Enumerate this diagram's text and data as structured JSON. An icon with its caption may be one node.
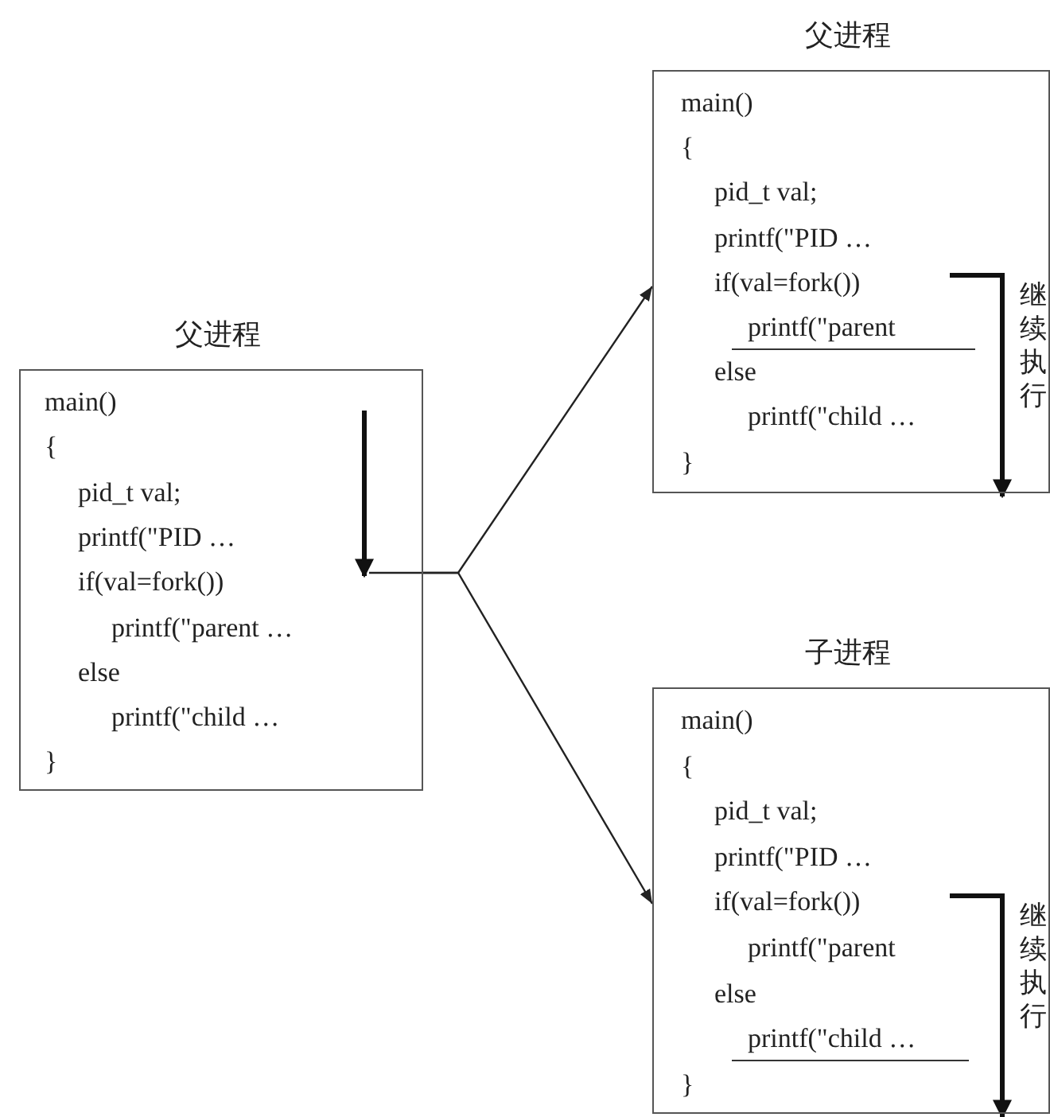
{
  "diagram": {
    "nodes": [
      {
        "text": [
          "父进程",
          "main()",
          "{",
          "pid_t val;",
          "printf(\"PID …",
          "if(val=fork())",
          "printf(\"parent …",
          "else",
          "printf(\"child …",
          "}"
        ]
      },
      {
        "text": [
          "父进程",
          "main()",
          "{",
          "pid_t val;",
          "printf(\"PID …",
          "if(val=fork())",
          "printf(\"parent",
          "else",
          "printf(\"child …",
          "}",
          "继续执行"
        ]
      },
      {
        "text": [
          "子进程",
          "main()",
          "{",
          "pid_t val;",
          "printf(\"PID …",
          "if(val=fork())",
          "printf(\"parent",
          "else",
          "printf(\"child …",
          "}",
          "继续执行"
        ]
      }
    ],
    "edges": [
      {
        "from": 0,
        "to": 1,
        "arrow": "to"
      },
      {
        "from": 0,
        "to": 2,
        "arrow": "to"
      }
    ]
  }
}
